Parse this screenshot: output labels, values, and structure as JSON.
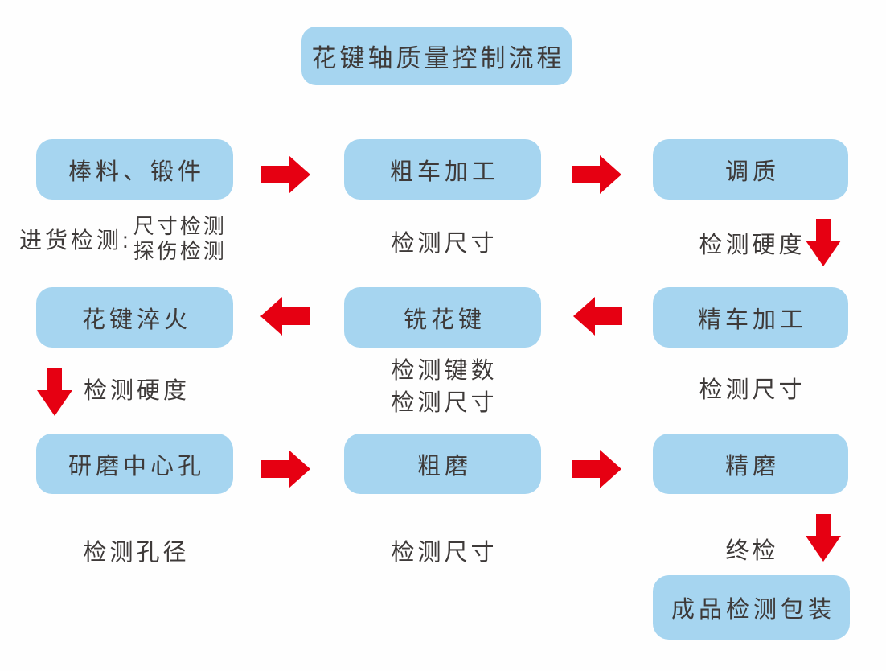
{
  "title": "花键轴质量控制流程",
  "colors": {
    "box": "#A6D5F0",
    "arrow": "#E60012",
    "text": "#3E3A39"
  },
  "flow": {
    "row1": {
      "boxes": {
        "raw_material": "棒料、锻件",
        "rough_turning": "粗车加工",
        "quench_temper": "调质"
      },
      "inspections": {
        "incoming_prefix": "进货检测:",
        "incoming_line1": "尺寸检测",
        "incoming_line2": "探伤检测",
        "rough_turning": "检测尺寸",
        "quench_temper": "检测硬度"
      }
    },
    "row2": {
      "boxes": {
        "spline_quenching": "花键淬火",
        "spline_milling": "铣花键",
        "finish_turning": "精车加工"
      },
      "inspections": {
        "spline_quenching": "检测硬度",
        "spline_milling_line1": "检测键数",
        "spline_milling_line2": "检测尺寸",
        "finish_turning": "检测尺寸"
      }
    },
    "row3": {
      "boxes": {
        "center_hole_grinding": "研磨中心孔",
        "rough_grinding": "粗磨",
        "finish_grinding": "精磨"
      },
      "inspections": {
        "center_hole_grinding": "检测孔径",
        "rough_grinding": "检测尺寸",
        "finish_grinding": "终检"
      }
    },
    "final_box": "成品检测包装"
  }
}
